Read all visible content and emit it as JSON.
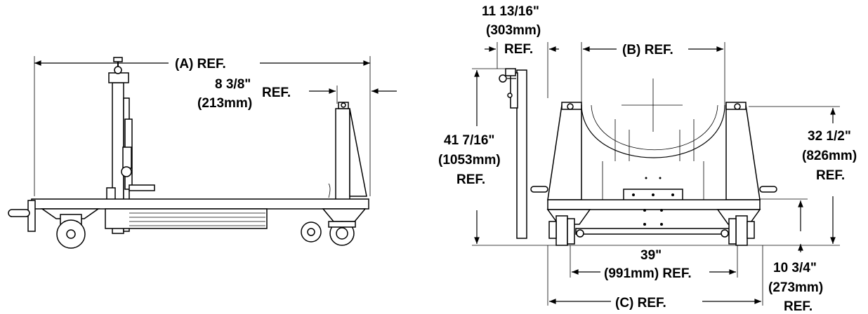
{
  "left_view": {
    "overall_length": "(A) REF.",
    "offset_line1": "8 3/8\"",
    "offset_line2": "(213mm)",
    "offset_ref": "REF."
  },
  "right_view": {
    "offset_top_line1": "11 13/16\"",
    "offset_top_line2": "(303mm)",
    "offset_top_ref": "REF.",
    "cradle_width": "(B) REF.",
    "height_line1": "41 7/16\"",
    "height_line2": "(1053mm)",
    "height_ref": "REF.",
    "cradle_height_line1": "32 1/2\"",
    "cradle_height_line2": "(826mm)",
    "cradle_height_ref": "REF.",
    "wheel_span_line1": "39\"",
    "wheel_span_line2": "(991mm) REF.",
    "deck_height_line1": "10 3/4\"",
    "deck_height_line2": "(273mm)",
    "deck_height_ref": "REF.",
    "overall_width": "(C) REF."
  }
}
